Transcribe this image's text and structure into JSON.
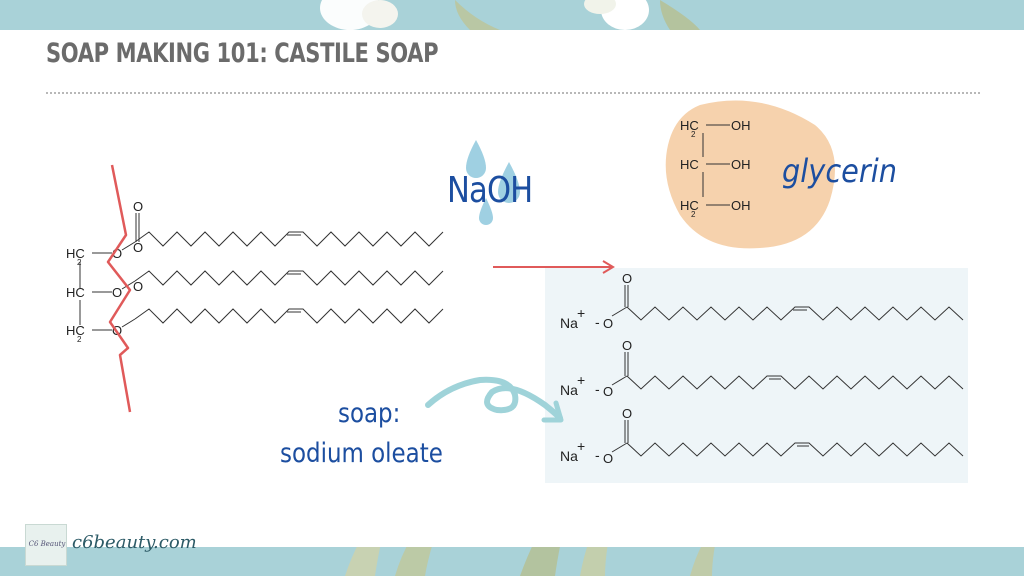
{
  "title": "SOAP MAKING 101: CASTILE SOAP",
  "labels": {
    "naoh": "NaOH",
    "glycerin": "glycerin",
    "soap": "soap:",
    "soap_name": "sodium oleate"
  },
  "triglyceride": {
    "rows": [
      {
        "carbon": "HC",
        "sub": "2",
        "oxygen": "O",
        "carbonyl": "O"
      },
      {
        "carbon": "HC",
        "sub": "",
        "oxygen": "O",
        "carbonyl": "O"
      },
      {
        "carbon": "HC",
        "sub": "2",
        "oxygen": "O",
        "carbonyl": "O"
      }
    ]
  },
  "glycerol": {
    "rows": [
      {
        "carbon": "HC",
        "sub": "2",
        "group": "OH"
      },
      {
        "carbon": "HC",
        "sub": "",
        "group": "OH"
      },
      {
        "carbon": "HC",
        "sub": "2",
        "group": "OH"
      }
    ]
  },
  "soap_molecules": [
    {
      "cation": "Na",
      "cation_charge": "+",
      "anion": "O",
      "anion_charge": "-",
      "carbonyl": "O"
    },
    {
      "cation": "Na",
      "cation_charge": "+",
      "anion": "O",
      "anion_charge": "-",
      "carbonyl": "O"
    },
    {
      "cation": "Na",
      "cation_charge": "+",
      "anion": "O",
      "anion_charge": "-",
      "carbonyl": "O"
    }
  ],
  "footer": {
    "logo_text": "C6 Beauty",
    "url": "c6beauty.com"
  },
  "colors": {
    "background": "#a9d2d8",
    "title": "#6b6b6b",
    "handwriting": "#1c4ea0",
    "cleave": "#e05a5a",
    "arrow_soap": "#9fd3d9",
    "blob": "#f6d2ad",
    "droplet": "#9fd0e2",
    "soap_box": "#eef5f8"
  },
  "icons": {
    "droplets": "water-droplet-icon",
    "flowers": "white-flower-decor",
    "leaves": "leaf-decor"
  }
}
